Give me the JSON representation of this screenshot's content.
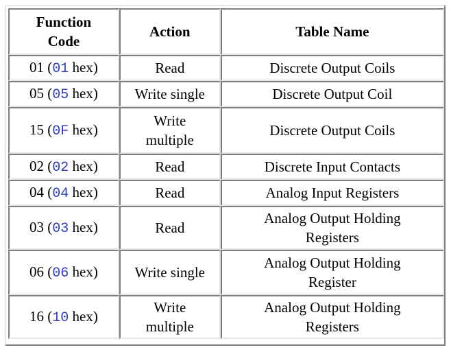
{
  "headers": {
    "function_code": "Function Code",
    "action": "Action",
    "table_name": "Table Name"
  },
  "rows": [
    {
      "code_prefix": "01 (",
      "hex": "01",
      "code_suffix": " hex)",
      "action": "Read",
      "table_name": "Discrete Output Coils"
    },
    {
      "code_prefix": "05 (",
      "hex": "05",
      "code_suffix": " hex)",
      "action": "Write single",
      "table_name": "Discrete Output Coil"
    },
    {
      "code_prefix": "15 (",
      "hex": "0F",
      "code_suffix": " hex)",
      "action": "Write multiple",
      "table_name": "Discrete Output Coils"
    },
    {
      "code_prefix": "02 (",
      "hex": "02",
      "code_suffix": " hex)",
      "action": "Read",
      "table_name": "Discrete Input Contacts"
    },
    {
      "code_prefix": "04 (",
      "hex": "04",
      "code_suffix": " hex)",
      "action": "Read",
      "table_name": "Analog Input Registers"
    },
    {
      "code_prefix": "03 (",
      "hex": "03",
      "code_suffix": " hex)",
      "action": "Read",
      "table_name": "Analog Output Holding Registers"
    },
    {
      "code_prefix": "06 (",
      "hex": "06",
      "code_suffix": " hex)",
      "action": "Write single",
      "table_name": "Analog Output Holding Register"
    },
    {
      "code_prefix": "16 (",
      "hex": "10",
      "code_suffix": " hex)",
      "action": "Write multiple",
      "table_name": "Analog Output Holding Registers"
    }
  ],
  "colors": {
    "hex_text": "#2f3fb8",
    "border_dark": "#7d7d7d",
    "border_light": "#e6e6e6"
  }
}
